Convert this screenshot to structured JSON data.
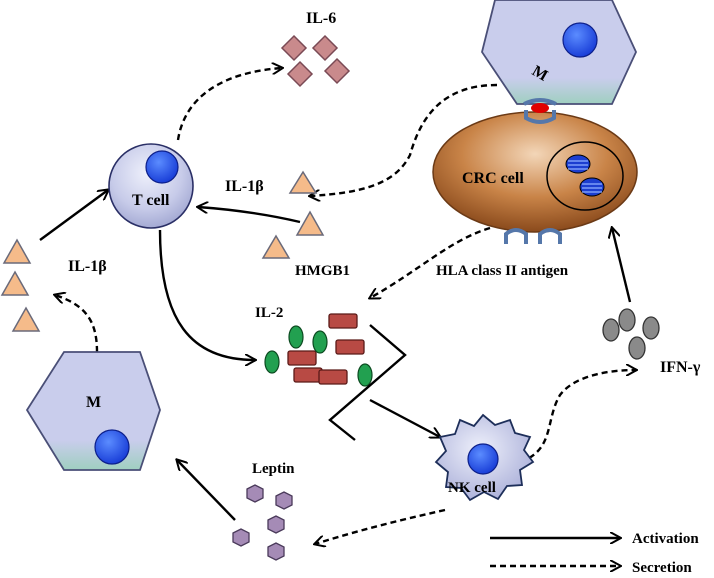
{
  "labels": {
    "il6": "IL-6",
    "il1b_top": "IL-1β",
    "il1b_left": "IL-1β",
    "t_cell": "T cell",
    "m_top": "M",
    "m_left": "M",
    "crc_cell": "CRC cell",
    "hla": "HLA class II antigen",
    "hmgb1": "HMGB1",
    "il2": "IL-2",
    "ifn": "IFN-γ",
    "nk_cell": "NK cell",
    "leptin": "Leptin"
  },
  "legend": {
    "activation": "Activation",
    "secretion": "Secretion"
  },
  "colors": {
    "cell_fill": "#c4c8ea",
    "nucleus": "#2255ee",
    "crc_fill": "#b5703a",
    "il6_fill": "#c98a8c",
    "il1b_fill": "#f5bb8a",
    "hmgb1_fill": "#b84a44",
    "il2_fill": "#22a050",
    "ifn_fill": "#8a8a8a",
    "leptin_fill": "#a58bb6",
    "receptor": "#5577aa"
  }
}
